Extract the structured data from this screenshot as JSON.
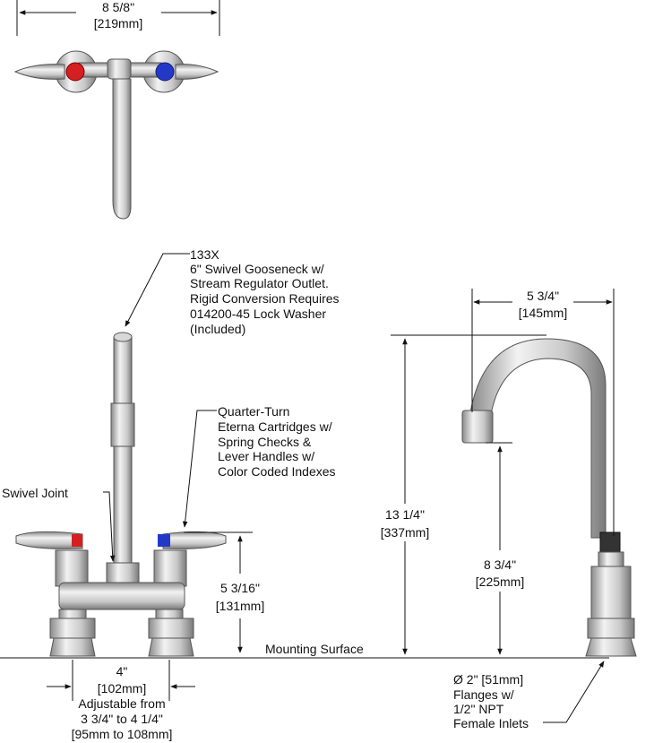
{
  "top_view": {
    "width_in": "8 5/8\"",
    "width_mm": "[219mm]"
  },
  "callouts": {
    "gooseneck": {
      "part_number": "133X",
      "lines": [
        "6\" Swivel Gooseneck w/",
        "Stream Regulator Outlet.",
        "Rigid Conversion Requires",
        "014200-45 Lock Washer",
        "(Included)"
      ]
    },
    "cartridges": {
      "lines": [
        "Quarter-Turn",
        "Eterna Cartridges w/",
        "Spring Checks &",
        "Lever Handles w/",
        "Color Coded Indexes"
      ]
    },
    "swivel_joint": "Swivel Joint",
    "mounting_surface": "Mounting Surface",
    "flanges": {
      "lines": [
        "Ø 2\" [51mm]",
        "Flanges w/",
        "1/2\" NPT",
        "Female Inlets"
      ]
    }
  },
  "dimensions": {
    "handle_height_in": "5 3/16\"",
    "handle_height_mm": "[131mm]",
    "center_in": "4\"",
    "center_mm": "[102mm]",
    "adjustable": [
      "Adjustable from",
      "3 3/4\" to 4 1/4\"",
      "[95mm to 108mm]"
    ],
    "reach_in": "5 3/4\"",
    "reach_mm": "[145mm]",
    "total_height_in": "13 1/4\"",
    "total_height_mm": "[337mm]",
    "spout_height_in": "8 3/4\"",
    "spout_height_mm": "[225mm]"
  },
  "colors": {
    "hot_index": "#d42020",
    "cold_index": "#2438c8",
    "chrome_light": "#e6e6e6",
    "chrome_dark": "#8c8c8c",
    "line": "#111111"
  }
}
